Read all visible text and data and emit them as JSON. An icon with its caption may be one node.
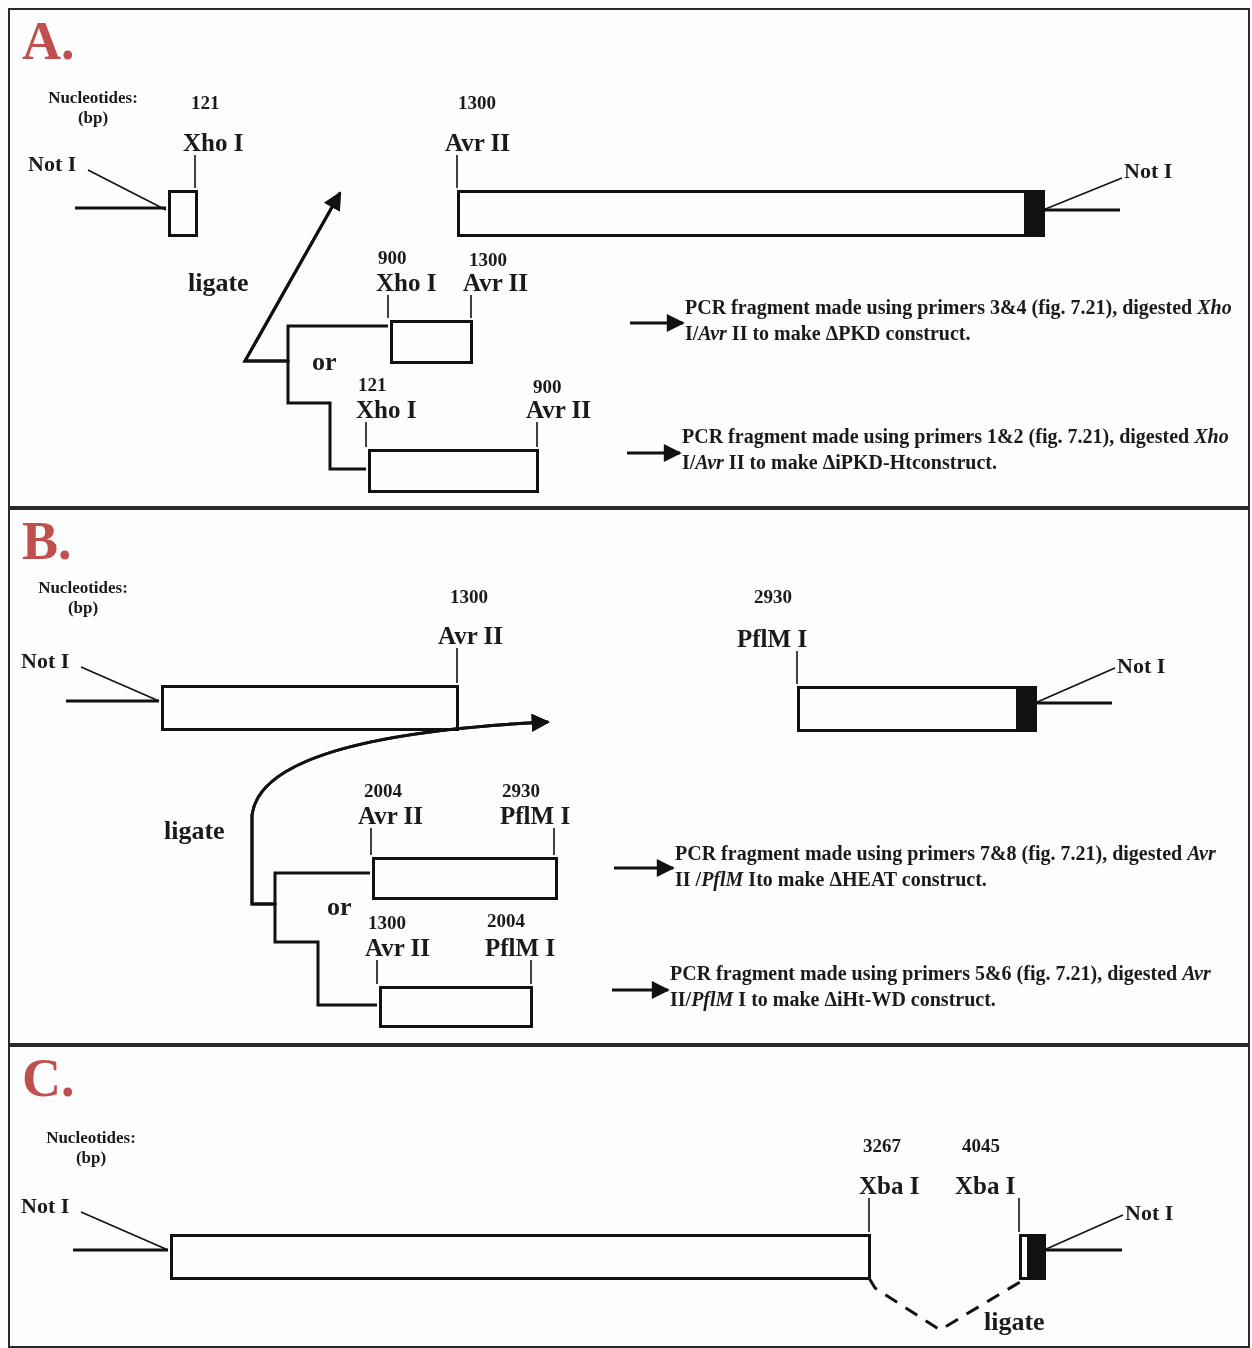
{
  "diagram": {
    "nodes": [
      {
        "text": [
          "A."
        ]
      },
      {
        "text": [],
        "shape": "box",
        "in": 0
      },
      {
        "text": [],
        "shape": "box",
        "in": 0
      },
      {
        "text": [],
        "shape": "box",
        "in": 0
      },
      {
        "text": [],
        "shape": "box",
        "in": 0
      },
      {
        "text": [
          "Not I"
        ],
        "in": 0
      },
      {
        "text": [
          "Not I"
        ],
        "in": 0
      },
      {
        "text": [
          "PCR fragment made using primers 3&4 (fig. 7.21), digested *Xho* I/*Avr* II to make ΔPKD construct."
        ],
        "in": 0
      },
      {
        "text": [
          "PCR fragment made using primers 1&2 (fig. 7.21), digested *Xho* I/*Avr* II to make ΔiPKD-Htconstruct."
        ],
        "in": 0
      },
      {
        "text": [
          "B."
        ]
      },
      {
        "text": [],
        "shape": "box",
        "in": 9
      },
      {
        "text": [],
        "shape": "box",
        "in": 9
      },
      {
        "text": [],
        "shape": "box",
        "in": 9
      },
      {
        "text": [],
        "shape": "box",
        "in": 9
      },
      {
        "text": [
          "Not I"
        ],
        "in": 9
      },
      {
        "text": [
          "Not I"
        ],
        "in": 9
      },
      {
        "text": [
          "PCR fragment made using primers 7&8 (fig. 7.21), digested *Avr* II /*PflM* Ito make ΔHEAT construct."
        ],
        "in": 9
      },
      {
        "text": [
          "PCR fragment made using primers 5&6 (fig. 7.21), digested *Avr* II/*PflM* I to make ΔiHt-WD construct."
        ],
        "in": 9
      },
      {
        "text": [
          "C."
        ]
      },
      {
        "text": [],
        "shape": "box",
        "in": 18
      },
      {
        "text": [],
        "shape": "box",
        "in": 18
      },
      {
        "text": [
          "Not I"
        ],
        "in": 18
      },
      {
        "text": [
          "Not I"
        ],
        "in": 18
      },
      {
        "text": [
          "121",
          "Xho I"
        ],
        "in": 0
      },
      {
        "text": [
          "1300",
          "Avr II"
        ],
        "in": 0
      },
      {
        "text": [
          "900",
          "Xho I"
        ],
        "in": 0
      },
      {
        "text": [
          "1300",
          "Avr II"
        ],
        "in": 0
      },
      {
        "text": [
          "121",
          "Xho I"
        ],
        "in": 0
      },
      {
        "text": [
          "900",
          "Avr II"
        ],
        "in": 0
      },
      {
        "text": [
          "1300",
          "Avr II"
        ],
        "in": 9
      },
      {
        "text": [
          "2930",
          "PflM I"
        ],
        "in": 9
      },
      {
        "text": [
          "2004",
          "Avr II"
        ],
        "in": 9
      },
      {
        "text": [
          "2930",
          "PflM I"
        ],
        "in": 9
      },
      {
        "text": [
          "1300",
          "Avr II"
        ],
        "in": 9
      },
      {
        "text": [
          "2004",
          "PflM I"
        ],
        "in": 9
      },
      {
        "text": [
          "3267",
          "Xba I"
        ],
        "in": 18
      },
      {
        "text": [
          "4045",
          "Xba I"
        ],
        "in": 18
      }
    ],
    "edges": [
      {
        "from": 5,
        "to": 1,
        "arrow": "none"
      },
      {
        "from": 6,
        "to": 2,
        "arrow": "none"
      },
      {
        "from": null,
        "to": 7,
        "arrow": "to"
      },
      {
        "from": null,
        "to": 8,
        "arrow": "to"
      },
      {
        "from": 3,
        "to": null,
        "arrow": "to"
      },
      {
        "from": 4,
        "to": null,
        "arrow": "to"
      },
      {
        "from": 14,
        "to": 10,
        "arrow": "none"
      },
      {
        "from": 15,
        "to": 11,
        "arrow": "none"
      },
      {
        "from": null,
        "to": 16,
        "arrow": "to"
      },
      {
        "from": null,
        "to": 17,
        "arrow": "to"
      },
      {
        "from": 12,
        "to": null,
        "arrow": "to"
      },
      {
        "from": 13,
        "to": null,
        "arrow": "to"
      },
      {
        "from": 21,
        "to": 19,
        "arrow": "none"
      },
      {
        "from": 22,
        "to": 20,
        "arrow": "none"
      },
      {
        "from": 19,
        "to": 20,
        "arrow": "none",
        "style": "dashed",
        "label": "ligate"
      },
      {
        "from": 23,
        "to": 1,
        "arrow": "none"
      },
      {
        "from": 24,
        "to": 2,
        "arrow": "none"
      },
      {
        "from": 25,
        "to": 3,
        "arrow": "none"
      },
      {
        "from": 26,
        "to": 3,
        "arrow": "none"
      },
      {
        "from": 27,
        "to": 4,
        "arrow": "none"
      },
      {
        "from": 28,
        "to": 4,
        "arrow": "none"
      },
      {
        "from": 29,
        "to": 10,
        "arrow": "none"
      },
      {
        "from": 30,
        "to": 11,
        "arrow": "none"
      },
      {
        "from": 31,
        "to": 12,
        "arrow": "none"
      },
      {
        "from": 32,
        "to": 12,
        "arrow": "none"
      },
      {
        "from": 33,
        "to": 13,
        "arrow": "none"
      },
      {
        "from": 34,
        "to": 13,
        "arrow": "none"
      },
      {
        "from": 35,
        "to": 19,
        "arrow": "none"
      },
      {
        "from": 36,
        "to": 20,
        "arrow": "none"
      }
    ],
    "labels": [
      "Nucleotides: (bp)",
      "ligate",
      "or",
      "Nucleotides: (bp)",
      "ligate",
      "or",
      "Nucleotides: (bp)"
    ]
  }
}
